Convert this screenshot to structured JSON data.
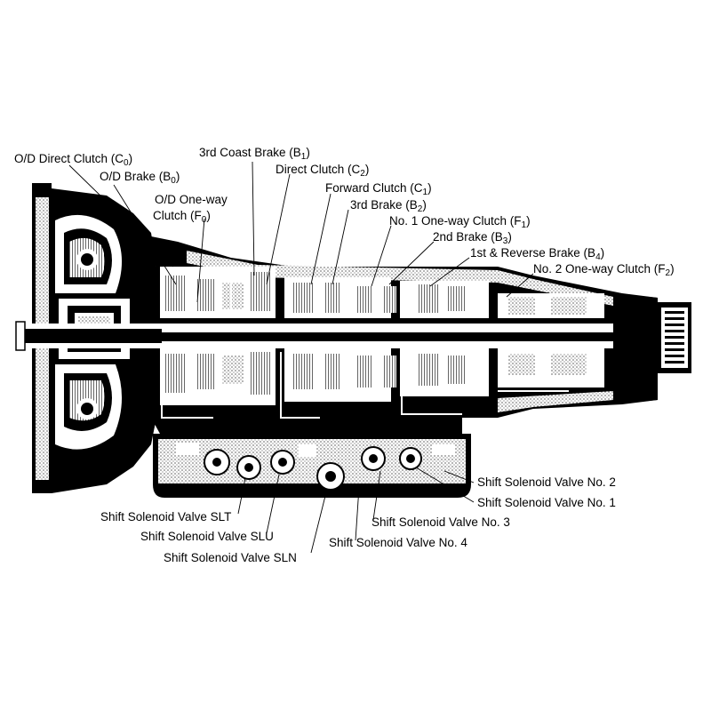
{
  "labels": [
    {
      "id": "od-direct-clutch",
      "text": "O/D Direct Clutch (C",
      "sub": "0",
      "tail": ")"
    },
    {
      "id": "od-brake",
      "text": "O/D Brake (B",
      "sub": "0",
      "tail": ")"
    },
    {
      "id": "od-oneway-clutch-1",
      "text": "O/D  One-way",
      "sub": "",
      "tail": ""
    },
    {
      "id": "od-oneway-clutch-2",
      "text": "Clutch (F",
      "sub": "0",
      "tail": ")"
    },
    {
      "id": "third-coast-brake",
      "text": "3rd Coast Brake (B",
      "sub": "1",
      "tail": ")"
    },
    {
      "id": "direct-clutch",
      "text": "Direct Clutch (C",
      "sub": "2",
      "tail": ")"
    },
    {
      "id": "forward-clutch",
      "text": "Forward Clutch (C",
      "sub": "1",
      "tail": ")"
    },
    {
      "id": "third-brake",
      "text": "3rd Brake (B",
      "sub": "2",
      "tail": ")"
    },
    {
      "id": "no1-oneway-clutch",
      "text": "No. 1 One-way Clutch (F",
      "sub": "1",
      "tail": ")"
    },
    {
      "id": "second-brake",
      "text": "2nd Brake (B",
      "sub": "3",
      "tail": ")"
    },
    {
      "id": "first-reverse-brake",
      "text": "1st & Reverse Brake (B",
      "sub": "4",
      "tail": ")"
    },
    {
      "id": "no2-oneway-clutch",
      "text": "No. 2 One-way Clutch (F",
      "sub": "2",
      "tail": ")"
    },
    {
      "id": "shift-solenoid-no2",
      "text": "Shift Solenoid Valve No. 2",
      "sub": "",
      "tail": ""
    },
    {
      "id": "shift-solenoid-no1",
      "text": "Shift Solenoid Valve No. 1",
      "sub": "",
      "tail": ""
    },
    {
      "id": "shift-solenoid-no3",
      "text": "Shift Solenoid Valve No. 3",
      "sub": "",
      "tail": ""
    },
    {
      "id": "shift-solenoid-no4",
      "text": "Shift Solenoid Valve No. 4",
      "sub": "",
      "tail": ""
    },
    {
      "id": "shift-solenoid-slt",
      "text": "Shift Solenoid Valve SLT",
      "sub": "",
      "tail": ""
    },
    {
      "id": "shift-solenoid-slu",
      "text": "Shift Solenoid Valve SLU",
      "sub": "",
      "tail": ""
    },
    {
      "id": "shift-solenoid-sln",
      "text": "Shift Solenoid Valve SLN",
      "sub": "",
      "tail": ""
    }
  ]
}
